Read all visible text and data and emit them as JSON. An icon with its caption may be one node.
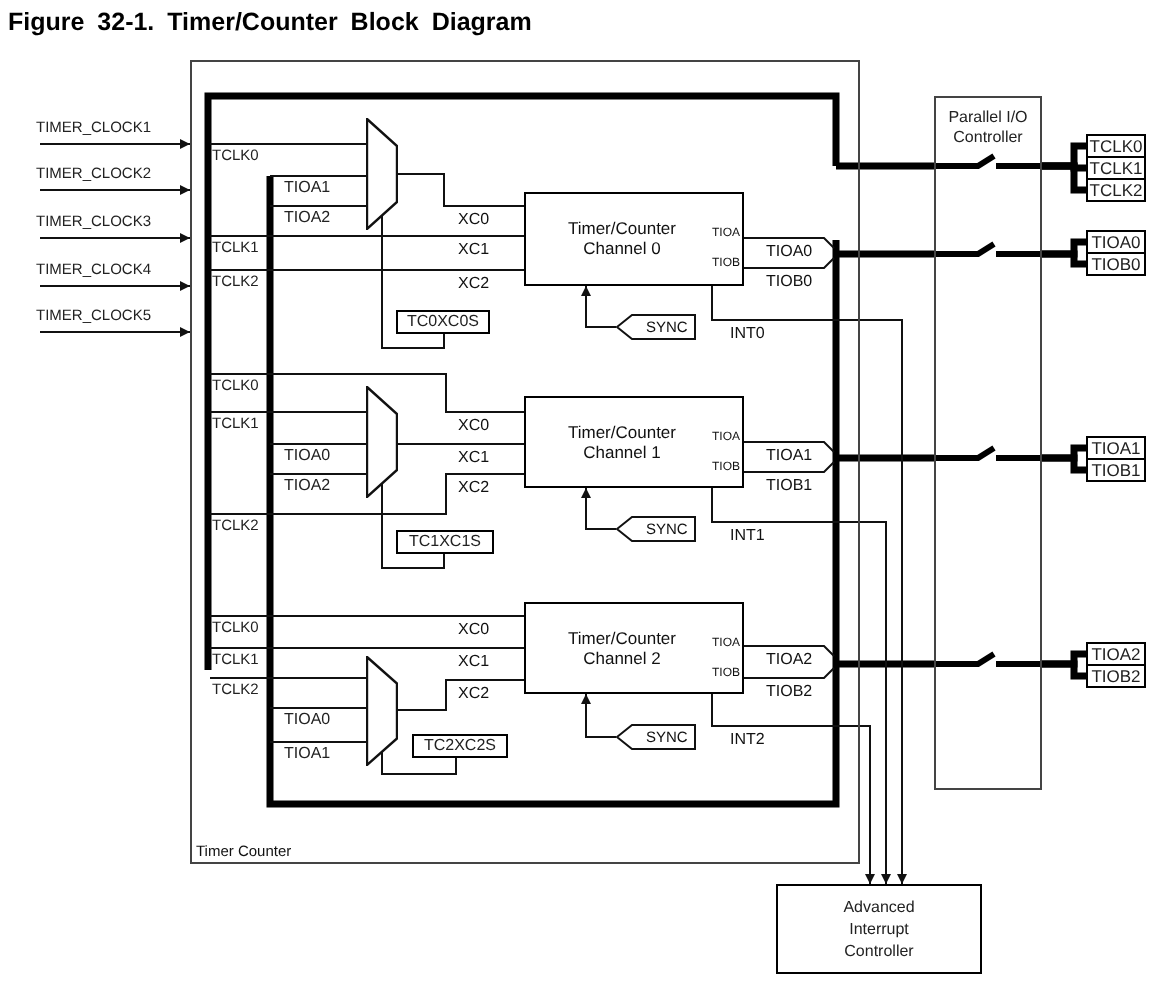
{
  "diagram": {
    "title": "Figure 32-1. Timer/Counter Block Diagram",
    "nodes": [
      {
        "text": [
          "Timer Counter"
        ]
      },
      {
        "text": [
          "Timer/Counter Channel 0",
          "TIOA",
          "TIOB"
        ],
        "in": 0
      },
      {
        "text": [
          "Timer/Counter Channel 1",
          "TIOA",
          "TIOB"
        ],
        "in": 0
      },
      {
        "text": [
          "Timer/Counter Channel 2",
          "TIOA",
          "TIOB"
        ],
        "in": 0
      },
      {
        "text": [],
        "shape": "trapezoid",
        "in": 0
      },
      {
        "text": [],
        "shape": "trapezoid",
        "in": 0
      },
      {
        "text": [],
        "shape": "trapezoid",
        "in": 0
      },
      {
        "text": [
          "TC0XC0S"
        ],
        "in": 0
      },
      {
        "text": [
          "TC1XC1S"
        ],
        "in": 0
      },
      {
        "text": [
          "TC2XC2S"
        ],
        "in": 0
      },
      {
        "text": [
          "SYNC"
        ],
        "in": 0
      },
      {
        "text": [
          "SYNC"
        ],
        "in": 0
      },
      {
        "text": [
          "SYNC"
        ],
        "in": 0
      },
      {
        "text": [
          "Parallel I/O Controller"
        ]
      },
      {
        "text": [
          "Advanced Interrupt Controller"
        ]
      },
      {
        "text": [
          "TCLK0"
        ]
      },
      {
        "text": [
          "TCLK1"
        ]
      },
      {
        "text": [
          "TCLK2"
        ]
      },
      {
        "text": [
          "TIOA0"
        ]
      },
      {
        "text": [
          "TIOB0"
        ]
      },
      {
        "text": [
          "TIOA1"
        ]
      },
      {
        "text": [
          "TIOB1"
        ]
      },
      {
        "text": [
          "TIOA2"
        ]
      },
      {
        "text": [
          "TIOB2"
        ]
      },
      {
        "text": [
          "TIMER_CLOCK1"
        ]
      },
      {
        "text": [
          "TIMER_CLOCK2"
        ]
      },
      {
        "text": [
          "TIMER_CLOCK3"
        ]
      },
      {
        "text": [
          "TIMER_CLOCK4"
        ]
      },
      {
        "text": [
          "TIMER_CLOCK5"
        ]
      },
      {
        "text": [
          "TCLK0"
        ],
        "in": 0
      },
      {
        "text": [
          "TIOA1"
        ],
        "in": 0
      },
      {
        "text": [
          "TIOA2"
        ],
        "in": 0
      },
      {
        "text": [
          "TCLK1"
        ],
        "in": 0
      },
      {
        "text": [
          "TCLK2"
        ],
        "in": 0
      },
      {
        "text": [
          "TCLK0"
        ],
        "in": 0
      },
      {
        "text": [
          "TCLK1"
        ],
        "in": 0
      },
      {
        "text": [
          "TIOA0"
        ],
        "in": 0
      },
      {
        "text": [
          "TIOA2"
        ],
        "in": 0
      },
      {
        "text": [
          "TCLK2"
        ],
        "in": 0
      },
      {
        "text": [
          "TCLK0"
        ],
        "in": 0
      },
      {
        "text": [
          "TCLK1"
        ],
        "in": 0
      },
      {
        "text": [
          "TCLK2"
        ],
        "in": 0
      },
      {
        "text": [
          "TIOA0"
        ],
        "in": 0
      },
      {
        "text": [
          "TIOA1"
        ],
        "in": 0
      }
    ],
    "edges": [
      {
        "from": 24,
        "to": 0,
        "arrow": "to"
      },
      {
        "from": 25,
        "to": 0,
        "arrow": "to"
      },
      {
        "from": 26,
        "to": 0,
        "arrow": "to"
      },
      {
        "from": 27,
        "to": 0,
        "arrow": "to"
      },
      {
        "from": 28,
        "to": 0,
        "arrow": "to"
      },
      {
        "from": 29,
        "to": 4,
        "arrow": "none"
      },
      {
        "from": 30,
        "to": 4,
        "arrow": "none"
      },
      {
        "from": 31,
        "to": 4,
        "arrow": "none"
      },
      {
        "from": 4,
        "to": 1,
        "arrow": "none",
        "label": "XC0"
      },
      {
        "from": 32,
        "to": 1,
        "arrow": "none",
        "label": "XC1"
      },
      {
        "from": 33,
        "to": 1,
        "arrow": "none",
        "label": "XC2"
      },
      {
        "from": 7,
        "to": 4,
        "arrow": "none"
      },
      {
        "from": 10,
        "to": 1,
        "arrow": "to"
      },
      {
        "from": 1,
        "to": null,
        "arrow": "none",
        "label": "TIOA0"
      },
      {
        "from": 1,
        "to": null,
        "arrow": "none",
        "label": "TIOB0"
      },
      {
        "from": 1,
        "to": 14,
        "arrow": "to",
        "label": "INT0"
      },
      {
        "from": 34,
        "to": 2,
        "arrow": "none",
        "label": "XC0"
      },
      {
        "from": 35,
        "to": 5,
        "arrow": "none"
      },
      {
        "from": 36,
        "to": 5,
        "arrow": "none"
      },
      {
        "from": 37,
        "to": 5,
        "arrow": "none"
      },
      {
        "from": 5,
        "to": 2,
        "arrow": "none",
        "label": "XC1"
      },
      {
        "from": 38,
        "to": 2,
        "arrow": "none",
        "label": "XC2"
      },
      {
        "from": 8,
        "to": 5,
        "arrow": "none"
      },
      {
        "from": 11,
        "to": 2,
        "arrow": "to"
      },
      {
        "from": 2,
        "to": null,
        "arrow": "none",
        "label": "TIOA1"
      },
      {
        "from": 2,
        "to": null,
        "arrow": "none",
        "label": "TIOB1"
      },
      {
        "from": 2,
        "to": 14,
        "arrow": "to",
        "label": "INT1"
      },
      {
        "from": 39,
        "to": 3,
        "arrow": "none",
        "label": "XC0"
      },
      {
        "from": 40,
        "to": 3,
        "arrow": "none",
        "label": "XC1"
      },
      {
        "from": 41,
        "to": 6,
        "arrow": "none"
      },
      {
        "from": 42,
        "to": 6,
        "arrow": "none"
      },
      {
        "from": 43,
        "to": 6,
        "arrow": "none"
      },
      {
        "from": 6,
        "to": 3,
        "arrow": "none",
        "label": "XC2"
      },
      {
        "from": 9,
        "to": 6,
        "arrow": "none"
      },
      {
        "from": 12,
        "to": 3,
        "arrow": "to"
      },
      {
        "from": 3,
        "to": null,
        "arrow": "none",
        "label": "TIOA2"
      },
      {
        "from": 3,
        "to": null,
        "arrow": "none",
        "label": "TIOB2"
      },
      {
        "from": 3,
        "to": 14,
        "arrow": "to",
        "label": "INT2"
      },
      {
        "from": 0,
        "to": 13,
        "arrow": "none",
        "style": "thick"
      },
      {
        "from": 0,
        "to": 13,
        "arrow": "none",
        "style": "thick"
      },
      {
        "from": 0,
        "to": 13,
        "arrow": "none",
        "style": "thick"
      },
      {
        "from": 0,
        "to": 13,
        "arrow": "none",
        "style": "thick"
      },
      {
        "from": 13,
        "to": 15,
        "arrow": "none",
        "style": "thick"
      },
      {
        "from": 13,
        "to": 16,
        "arrow": "none",
        "style": "thick"
      },
      {
        "from": 13,
        "to": 17,
        "arrow": "none",
        "style": "thick"
      },
      {
        "from": 13,
        "to": 18,
        "arrow": "none",
        "style": "thick"
      },
      {
        "from": 13,
        "to": 19,
        "arrow": "none",
        "style": "thick"
      },
      {
        "from": 13,
        "to": 20,
        "arrow": "none",
        "style": "thick"
      },
      {
        "from": 13,
        "to": 21,
        "arrow": "none",
        "style": "thick"
      },
      {
        "from": 13,
        "to": 22,
        "arrow": "none",
        "style": "thick"
      },
      {
        "from": 13,
        "to": 23,
        "arrow": "none",
        "style": "thick"
      }
    ]
  }
}
